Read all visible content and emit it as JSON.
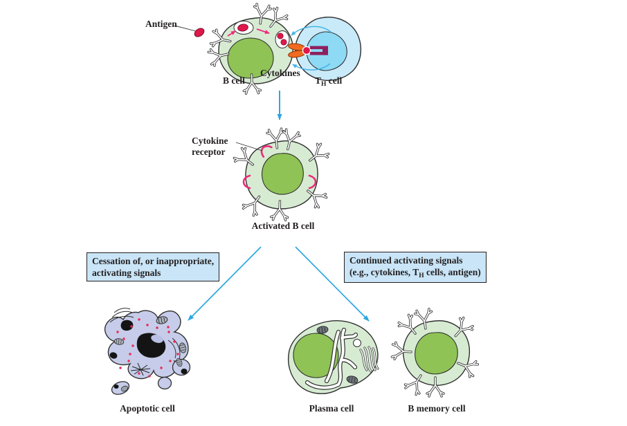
{
  "figure": {
    "top_panel": {
      "antigen_label": "Antigen",
      "b_cell_label": "B cell",
      "cytokines_label": "Cytokines",
      "th_cell_label": {
        "pre": "T",
        "sub": "H",
        "post": " cell"
      }
    },
    "middle_panel": {
      "cytokine_receptor_line1": "Cytokine",
      "cytokine_receptor_line2": "receptor",
      "activated_b_cell_label": "Activated B cell"
    },
    "branch_boxes": {
      "left": {
        "line1": "Cessation of, or inappropriate,",
        "line2": "activating signals"
      },
      "right": {
        "line1": "Continued activating signals",
        "line2_pre": "(e.g., cytokines, T",
        "line2_sub": "H",
        "line2_post": " cells, antigen)"
      }
    },
    "outcome_labels": {
      "apoptotic": "Apoptotic cell",
      "plasma": "Plasma cell",
      "memory": "B memory cell"
    },
    "palette": {
      "cell_green_light": "#d7ebd3",
      "cell_green_nucleus": "#8fc356",
      "th_blue_light": "#c9eaf9",
      "th_blue_nucleus": "#8edaf5",
      "arrow_blue": "#29a8e0",
      "box_blue": "#c9e5f7",
      "apoptotic_lavender": "#c6cce9",
      "signal_pink": "#ee2a7c",
      "antigen_red": "#e0164a",
      "mhc_orange": "#f26a21",
      "tcr_maroon": "#8e1f5e"
    }
  }
}
